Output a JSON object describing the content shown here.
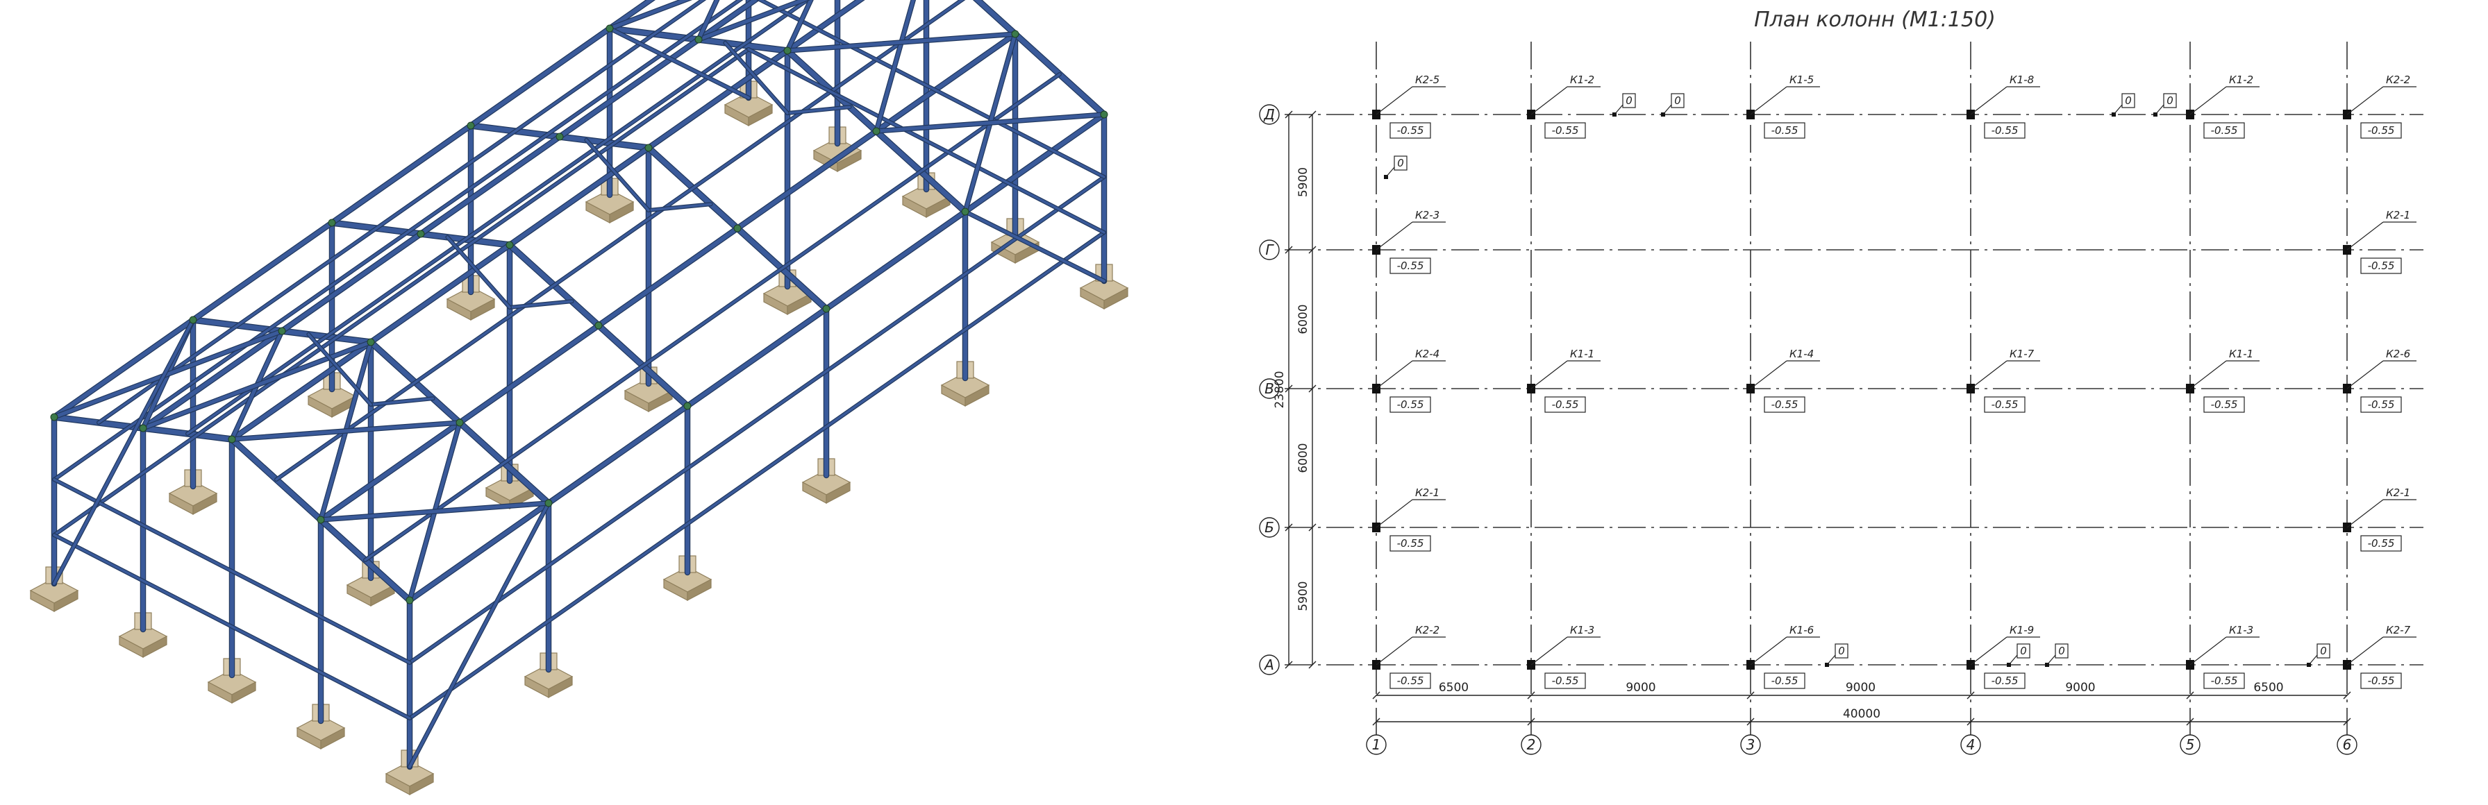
{
  "plan": {
    "title": "План колонн (М1:150)",
    "axes_letters": [
      "Д",
      "Г",
      "В",
      "Б",
      "А"
    ],
    "axes_numbers": [
      "1",
      "2",
      "3",
      "4",
      "5",
      "6"
    ],
    "dims_horizontal": [
      "6500",
      "9000",
      "9000",
      "9000",
      "6500"
    ],
    "dim_total_horizontal": "40000",
    "dims_vertical": [
      "5900",
      "6000",
      "6000",
      "5900"
    ],
    "dim_total_vertical": "23800",
    "elevation": "-0.55",
    "secondary_mark": "0",
    "columns": [
      {
        "mark": "К2-5"
      },
      {
        "mark": "К1-2"
      },
      {
        "mark": "К1-5"
      },
      {
        "mark": "К1-8"
      },
      {
        "mark": "К1-2"
      },
      {
        "mark": "К2-2"
      },
      {
        "mark": "К2-3"
      },
      {
        "mark": "К2-1"
      },
      {
        "mark": "К2-4"
      },
      {
        "mark": "К1-1"
      },
      {
        "mark": "К1-4"
      },
      {
        "mark": "К1-7"
      },
      {
        "mark": "К1-1"
      },
      {
        "mark": "К2-6"
      },
      {
        "mark": "К2-1"
      },
      {
        "mark": "К2-1"
      },
      {
        "mark": "К2-2"
      },
      {
        "mark": "К1-3"
      },
      {
        "mark": "К1-6"
      },
      {
        "mark": "К1-9"
      },
      {
        "mark": "К1-3"
      },
      {
        "mark": "К2-7"
      }
    ]
  },
  "model": {
    "steel_color": "#3a5a9a",
    "steel_dark": "#22395f",
    "footing_color": "#cfc0a0",
    "footing_dark": "#8f7f5c"
  }
}
